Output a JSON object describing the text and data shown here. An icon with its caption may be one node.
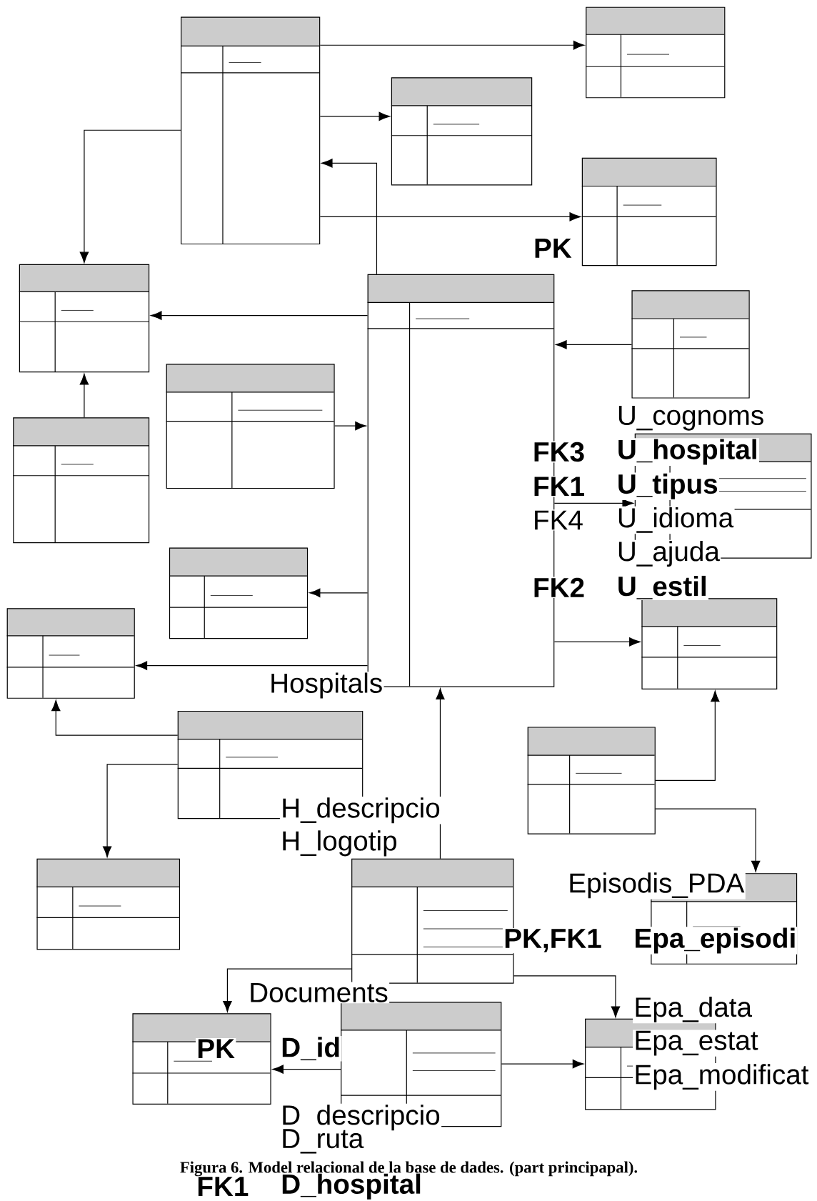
{
  "diagram": {
    "caption": "Figura 6. Model relacional de la base de dades. (part principapal).",
    "nodes": [
      {
        "text": [],
        "shape": "box"
      },
      {
        "text": [],
        "shape": "box"
      },
      {
        "text": [],
        "shape": "box"
      },
      {
        "text": [],
        "shape": "box"
      },
      {
        "text": [],
        "shape": "box"
      },
      {
        "text": [],
        "shape": "box"
      },
      {
        "text": [],
        "shape": "box"
      },
      {
        "text": [],
        "shape": "box"
      },
      {
        "text": [],
        "shape": "box"
      },
      {
        "text": [],
        "shape": "box"
      },
      {
        "text": [],
        "shape": "box"
      },
      {
        "text": [],
        "shape": "box"
      },
      {
        "text": [],
        "shape": "box"
      },
      {
        "text": [],
        "shape": "box"
      },
      {
        "text": [],
        "shape": "box"
      },
      {
        "text": [],
        "shape": "box"
      },
      {
        "text": [],
        "shape": "box"
      },
      {
        "text": [],
        "shape": "box"
      },
      {
        "text": [],
        "shape": "box"
      },
      {
        "text": [],
        "shape": "box"
      },
      {
        "text": [],
        "shape": "box"
      }
    ],
    "edges": [
      {
        "from": 0,
        "to": 1,
        "arrow": "to"
      },
      {
        "from": 0,
        "to": 2,
        "arrow": "to"
      },
      {
        "from": 5,
        "to": 0,
        "arrow": "to"
      },
      {
        "from": 0,
        "to": 3,
        "arrow": "to"
      },
      {
        "from": 0,
        "to": 4,
        "arrow": "to"
      },
      {
        "from": 5,
        "to": 4,
        "arrow": "to"
      },
      {
        "from": 6,
        "to": 5,
        "arrow": "to"
      },
      {
        "from": 7,
        "to": 5,
        "arrow": "to"
      },
      {
        "from": 8,
        "to": 4,
        "arrow": "to"
      },
      {
        "from": 5,
        "to": 9,
        "arrow": "to"
      },
      {
        "from": 5,
        "to": 10,
        "arrow": "to"
      },
      {
        "from": 5,
        "to": 11,
        "arrow": "to"
      },
      {
        "from": 5,
        "to": 12,
        "arrow": "to"
      },
      {
        "from": 13,
        "to": 11,
        "arrow": "to"
      },
      {
        "from": 13,
        "to": 15,
        "arrow": "to"
      },
      {
        "from": 16,
        "to": 5,
        "arrow": "to"
      },
      {
        "from": 14,
        "to": 12,
        "arrow": "to"
      },
      {
        "from": 14,
        "to": 17,
        "arrow": "to"
      },
      {
        "from": 16,
        "to": 18,
        "arrow": "to"
      },
      {
        "from": 16,
        "to": 20,
        "arrow": "to"
      },
      {
        "from": 19,
        "to": 18,
        "arrow": "to"
      },
      {
        "from": 19,
        "to": 20,
        "arrow": "to"
      }
    ],
    "labels": [
      "PK",
      "U_cognoms",
      "FK3",
      "U_hospital",
      "FK1",
      "U_tipus",
      "FK4",
      "U_idioma",
      "U_ajuda",
      "FK2",
      "U_estil",
      "Hospitals",
      "H_descripcio",
      "H_logotip",
      "Episodis_PDA",
      "PK,FK1",
      "Epa_episodi",
      "Documents",
      "Epa_data",
      "Epa_estat",
      "Epa_modificat",
      "PK",
      "D_id",
      "D_descripcio",
      "D_ruta",
      "FK1",
      "D_hospital"
    ]
  }
}
